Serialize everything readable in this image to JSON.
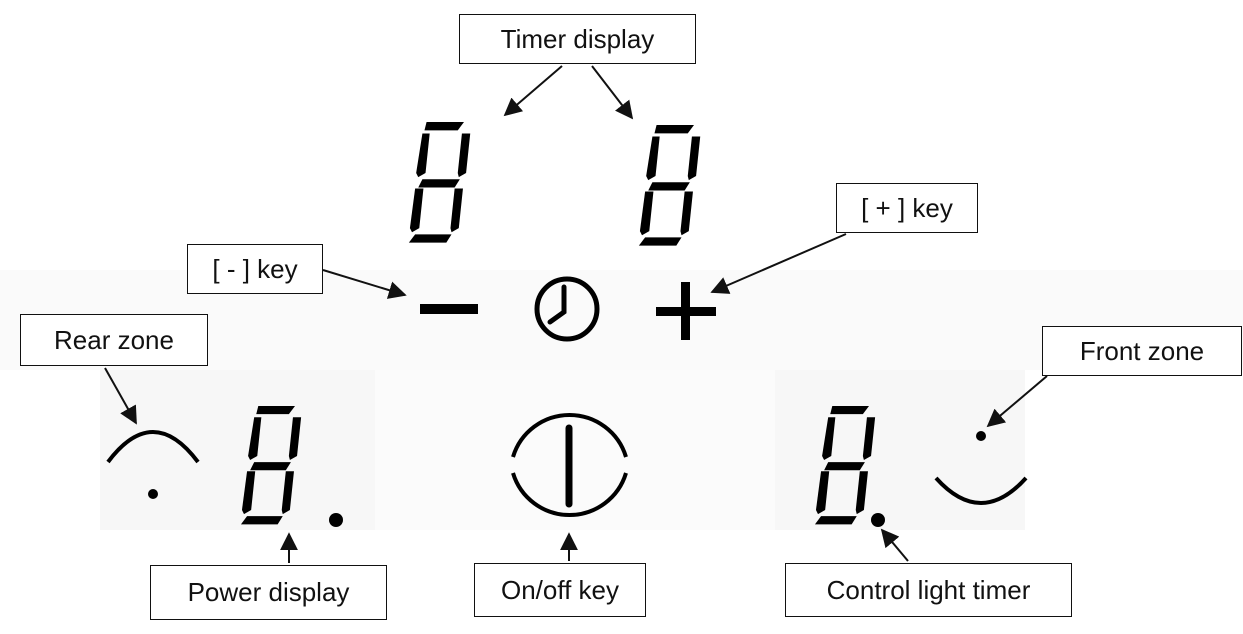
{
  "callouts": {
    "timer_display": "Timer display",
    "plus_key": "[ + ] key",
    "minus_key": "[ - ] key",
    "rear_zone": "Rear zone",
    "front_zone": "Front zone",
    "power_display": "Power display",
    "onoff_key": "On/off key",
    "control_light_timer": "Control light timer"
  },
  "colors": {
    "ink": "#111111",
    "panel": "#fafafa",
    "segment": "#000000"
  },
  "icons": [
    "minus-icon",
    "clock-icon",
    "plus-icon",
    "power-icon",
    "rear-zone-icon",
    "front-zone-icon"
  ]
}
